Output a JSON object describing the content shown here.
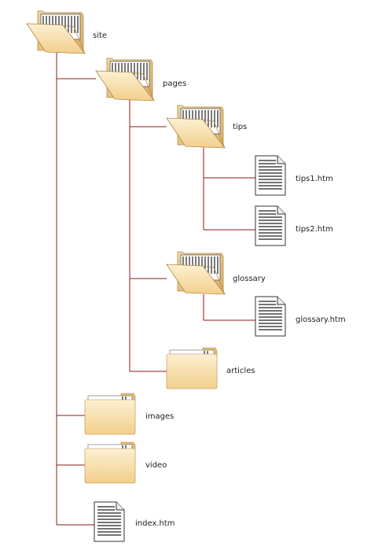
{
  "colors": {
    "connector": "#8b1a1a",
    "folder_light": "#fbe3b5",
    "folder_dark": "#e2bd78",
    "folder_edge": "#b28a4a",
    "page_edge": "#333333"
  },
  "tree": {
    "root": {
      "label": "site",
      "icon": "open-folder-icon"
    },
    "pages": {
      "label": "pages",
      "icon": "open-folder-icon"
    },
    "tips": {
      "label": "tips",
      "icon": "open-folder-icon"
    },
    "tips1": {
      "label": "tips1.htm",
      "icon": "document-icon"
    },
    "tips2": {
      "label": "tips2.htm",
      "icon": "document-icon"
    },
    "glossary": {
      "label": "glossary",
      "icon": "open-folder-icon"
    },
    "glossary_file": {
      "label": "glossary.htm",
      "icon": "document-icon"
    },
    "articles": {
      "label": "articles",
      "icon": "closed-folder-icon"
    },
    "images": {
      "label": "images",
      "icon": "closed-folder-icon"
    },
    "video": {
      "label": "video",
      "icon": "closed-folder-icon"
    },
    "index": {
      "label": "index.htm",
      "icon": "document-icon"
    }
  }
}
